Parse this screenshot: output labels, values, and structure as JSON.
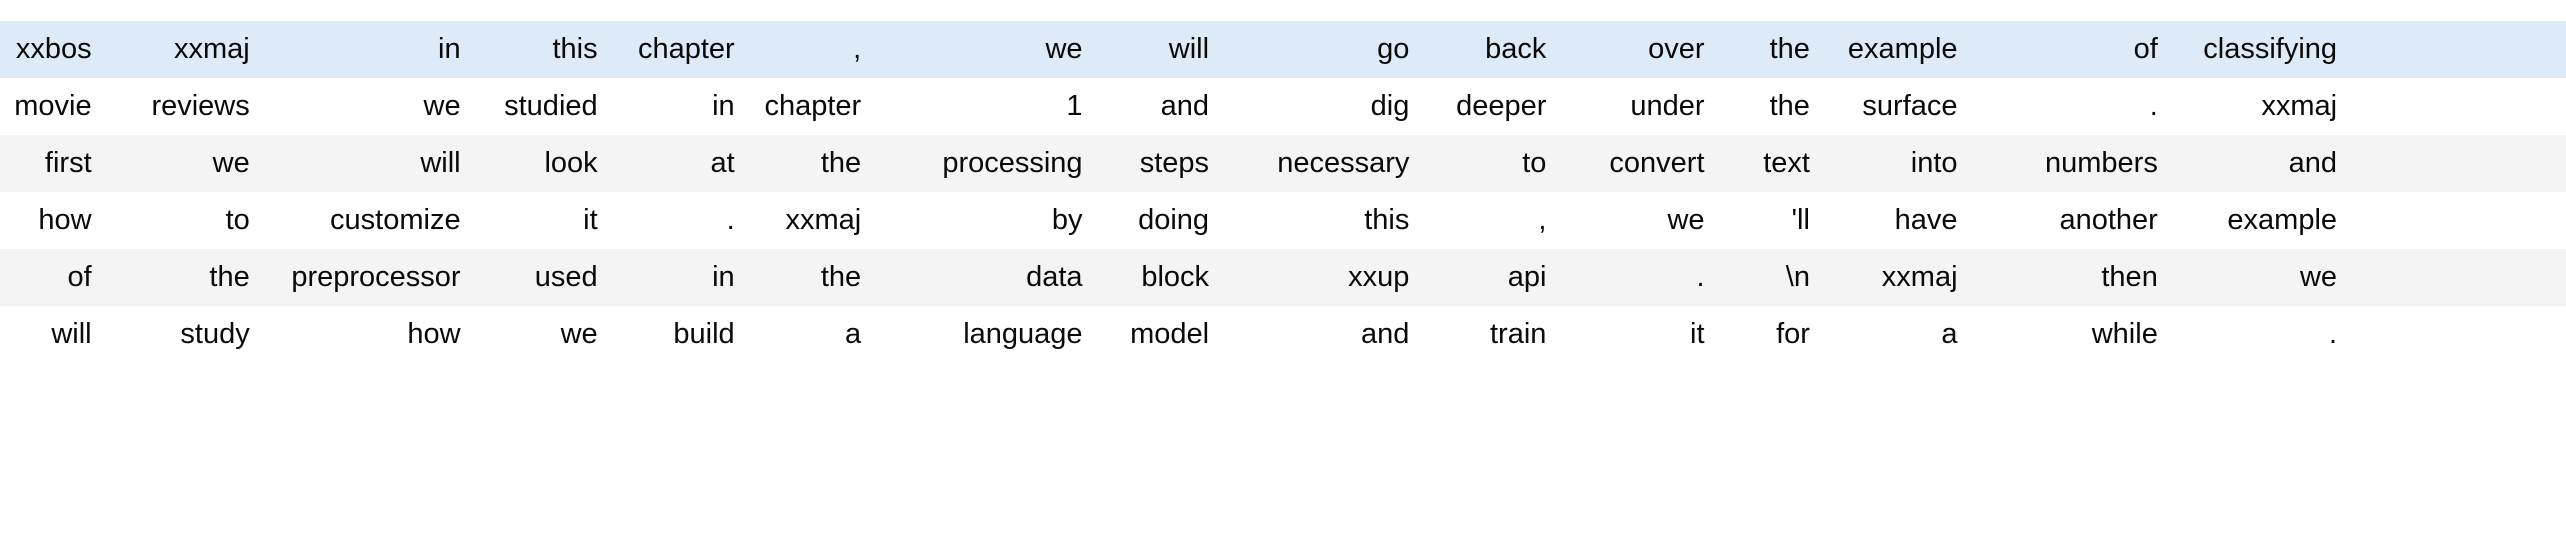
{
  "view": {
    "type": "tokenized-text-table",
    "columns": 16,
    "rows": 6,
    "text_align": "right",
    "colors": {
      "page_background": "#ffffff",
      "row_even_background": "#ffffff",
      "row_odd_background": "#f4f4f4",
      "highlight_row_background": "#ddeaf8",
      "text": "#0a0a0a"
    }
  },
  "table": {
    "rows": [
      {
        "style": "highlight",
        "cells": [
          "xxbos",
          "xxmaj",
          "in",
          "this",
          "chapter",
          ",",
          "we",
          "will",
          "go",
          "back",
          "over",
          "the",
          "example",
          "of",
          "classifying",
          ""
        ]
      },
      {
        "style": "even",
        "cells": [
          "movie",
          "reviews",
          "we",
          "studied",
          "in",
          "chapter",
          "1",
          "and",
          "dig",
          "deeper",
          "under",
          "the",
          "surface",
          ".",
          "xxmaj",
          ""
        ]
      },
      {
        "style": "odd",
        "cells": [
          "first",
          "we",
          "will",
          "look",
          "at",
          "the",
          "processing",
          "steps",
          "necessary",
          "to",
          "convert",
          "text",
          "into",
          "numbers",
          "and",
          ""
        ]
      },
      {
        "style": "even",
        "cells": [
          "how",
          "to",
          "customize",
          "it",
          ".",
          "xxmaj",
          "by",
          "doing",
          "this",
          ",",
          "we",
          "'ll",
          "have",
          "another",
          "example",
          ""
        ]
      },
      {
        "style": "odd",
        "cells": [
          "of",
          "the",
          "preprocessor",
          "used",
          "in",
          "the",
          "data",
          "block",
          "xxup",
          "api",
          ".",
          "\\n",
          "xxmaj",
          "then",
          "we",
          ""
        ]
      },
      {
        "style": "even",
        "cells": [
          "will",
          "study",
          "how",
          "we",
          "build",
          "a",
          "language",
          "model",
          "and",
          "train",
          "it",
          "for",
          "a",
          "while",
          ".",
          ""
        ]
      }
    ]
  }
}
